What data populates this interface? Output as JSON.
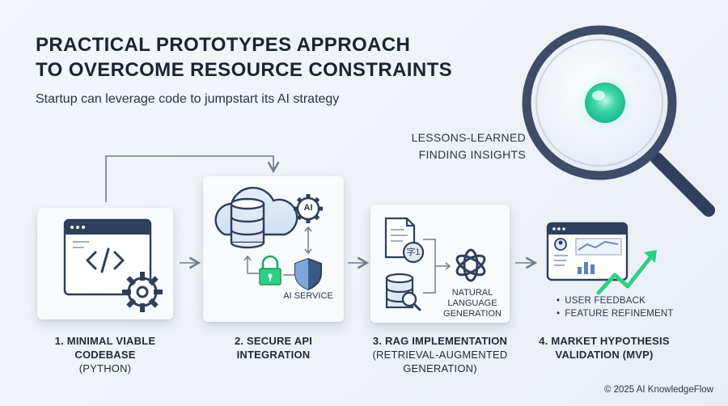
{
  "title": {
    "line1": "PRACTICAL PROTOTYPES APPROACH",
    "line2": "TO OVERCOME RESOURCE CONSTRAINTS"
  },
  "subtitle": "Startup can leverage code to jumpstart its AI strategy",
  "insights": {
    "line1": "LESSONS-LEARNED",
    "line2": "FINDING INSIGHTS"
  },
  "steps": [
    {
      "number_title": "1. MINIMAL VIABLE",
      "title2": "CODEBASE",
      "detail": "(PYTHON)"
    },
    {
      "number_title": "2. SECURE API",
      "title2": "INTEGRATION",
      "detail": ""
    },
    {
      "number_title": "3. RAG IMPLEMENTATION",
      "title2": "",
      "detail1": "(RETRIEVAL-AUGMENTED",
      "detail2": "GENERATION)"
    },
    {
      "number_title": "4. MARKET HYPOTHESIS",
      "title2": "VALIDATION (MVP)",
      "detail": ""
    }
  ],
  "card2": {
    "ai_badge": "AI",
    "service_label": "AI SERVICE"
  },
  "card3": {
    "translate_glyph": "字1",
    "nlg_line1": "NATURAL",
    "nlg_line2": "LANGUAGE",
    "nlg_line3": "GENERATION"
  },
  "card4": {
    "bullets": [
      "USER FEEDBACK",
      "FEATURE REFINEMENT"
    ]
  },
  "footer": "© 2025 AI KnowledgeFlow",
  "colors": {
    "navy": "#2e3f5c",
    "accent_green": "#2ecf84",
    "teal": "#3fd7c3",
    "arrow_gray": "#6f7d90",
    "card_blue": "#dfe9f5"
  }
}
